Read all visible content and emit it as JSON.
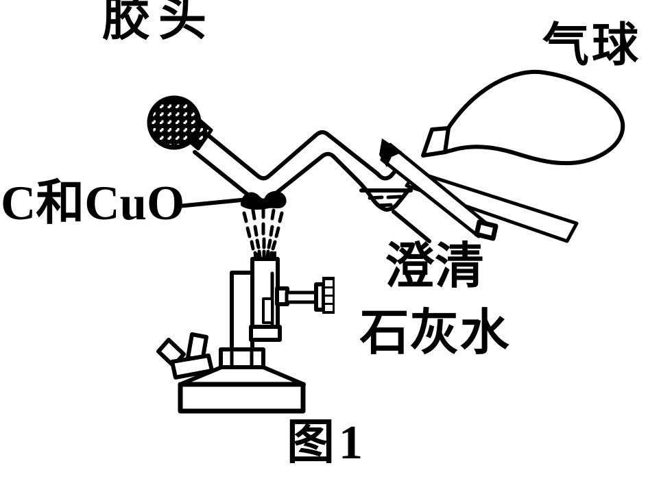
{
  "page": {
    "background_color": "#ffffff",
    "ink_color": "#000000"
  },
  "labels": {
    "dropper_bulb": "胶头",
    "balloon": "气球",
    "reactant_mixture": "C和CuO",
    "limewater_line1": "澄清",
    "limewater_line2": "石灰水"
  },
  "caption": {
    "text": "图1"
  },
  "apparatus_parts": [
    "rubber-dropper-bulb-icon",
    "bent-glass-tube-icon",
    "carbon-copper-oxide-heap-icon",
    "flame-dashes-icon",
    "blast-burner-icon",
    "limewater-dip-icon",
    "tube-mouth-icon",
    "balloon-icon"
  ]
}
